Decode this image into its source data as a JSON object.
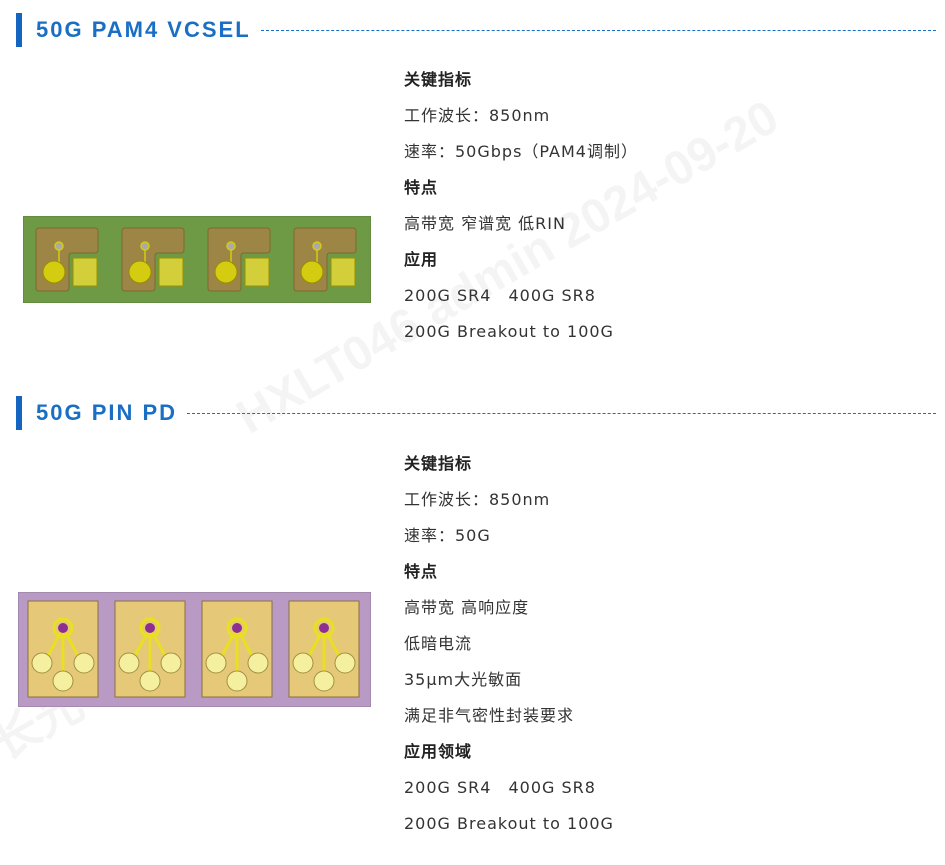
{
  "watermark": {
    "line1": "HXLT046 admin 2024-09-20",
    "line2": "长光华芯"
  },
  "sections": [
    {
      "title": "50G PAM4 VCSEL",
      "lines": [
        {
          "text": "关键指标",
          "heading": true
        },
        {
          "text": "工作波长：850nm"
        },
        {
          "text": "速率：50Gbps（PAM4调制）"
        },
        {
          "text": "特点",
          "heading": true
        },
        {
          "text": "高带宽 窄谱宽 低RIN"
        },
        {
          "text": "应用",
          "heading": true
        },
        {
          "text": "200G SR4　400G SR8"
        },
        {
          "text": "200G Breakout to 100G"
        }
      ],
      "colors": {
        "substrate": "#6f9a45",
        "pad": "#9c8545",
        "metal": "#d4cc10"
      }
    },
    {
      "title": "50G PIN PD",
      "lines": [
        {
          "text": "关键指标",
          "heading": true
        },
        {
          "text": "工作波长：850nm"
        },
        {
          "text": "速率：50G"
        },
        {
          "text": "特点",
          "heading": true
        },
        {
          "text": "高带宽 高响应度"
        },
        {
          "text": "低暗电流"
        },
        {
          "text": "35μm大光敏面"
        },
        {
          "text": "满足非气密性封装要求"
        },
        {
          "text": "应用领域",
          "heading": true
        },
        {
          "text": "200G SR4　400G SR8"
        },
        {
          "text": "200G Breakout to 100G"
        }
      ],
      "colors": {
        "substrate": "#b89ac4",
        "pad": "#e6c978",
        "aperture": "#8e2e93"
      }
    }
  ]
}
